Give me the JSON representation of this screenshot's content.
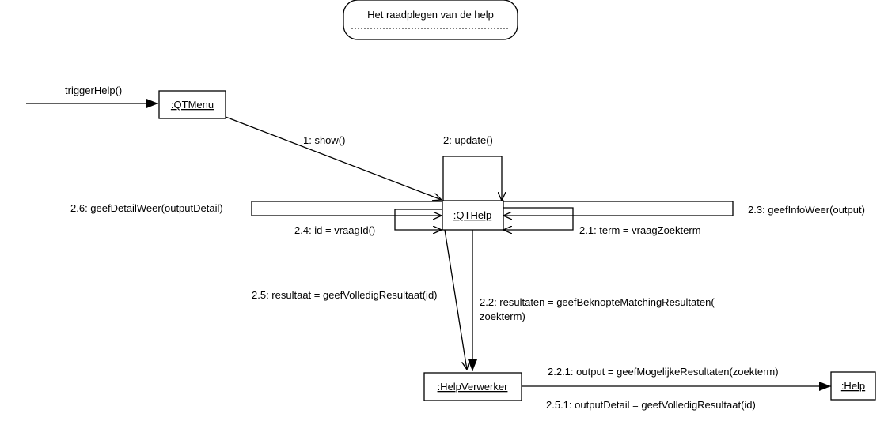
{
  "title": "Het raadplegen van de help",
  "objects": {
    "qtmenu": ":QTMenu",
    "qthelp": ":QTHelp",
    "helpverwerker": ":HelpVerwerker",
    "help": ":Help"
  },
  "messages": {
    "trigger": "triggerHelp()",
    "show": "1: show()",
    "update": "2: update()",
    "detail": "2.6: geefDetailWeer(outputDetail)",
    "info": "2.3: geefInfoWeer(output)",
    "vraagid": "2.4: id = vraagId()",
    "zoekterm": "2.1: term = vraagZoekterm",
    "resultaat": "2.5: resultaat = geefVolledigResultaat(id)",
    "resultaten_1": "2.2: resultaten = geefBeknopteMatchingResultaten(",
    "resultaten_2": "zoekterm)",
    "mogelijke": "2.2.1: output = geefMogelijkeResultaten(zoekterm)",
    "outputdetail": "2.5.1: outputDetail =  geefVolledigResultaat(id)"
  }
}
